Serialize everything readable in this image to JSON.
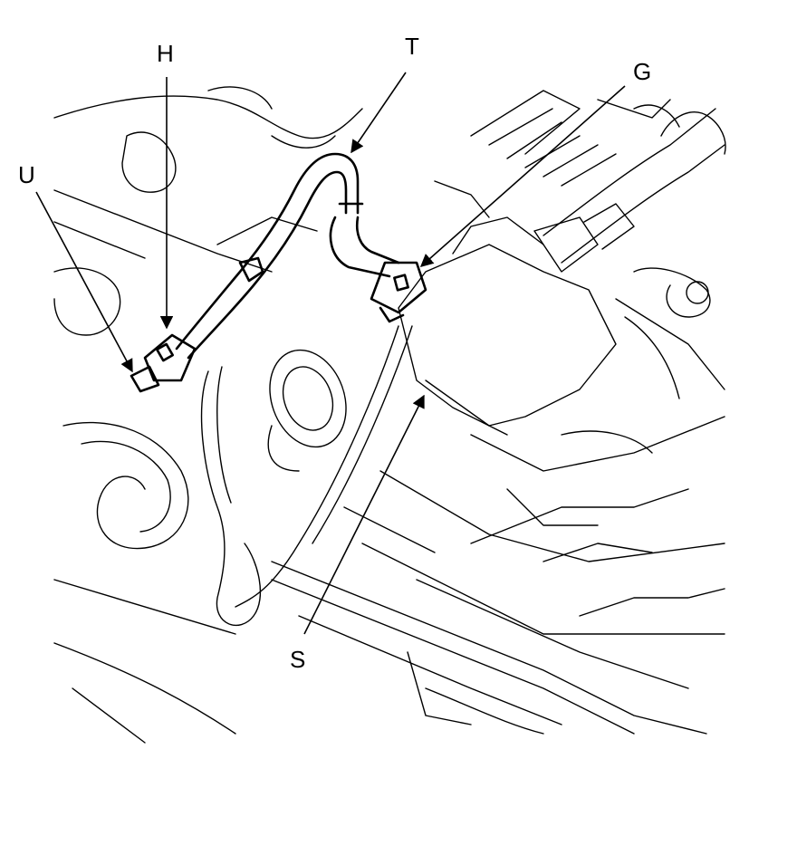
{
  "diagram": {
    "callouts": [
      {
        "id": "T",
        "label": "T"
      },
      {
        "id": "H",
        "label": "H"
      },
      {
        "id": "G",
        "label": "G"
      },
      {
        "id": "U",
        "label": "U"
      },
      {
        "id": "S",
        "label": "S"
      }
    ]
  }
}
